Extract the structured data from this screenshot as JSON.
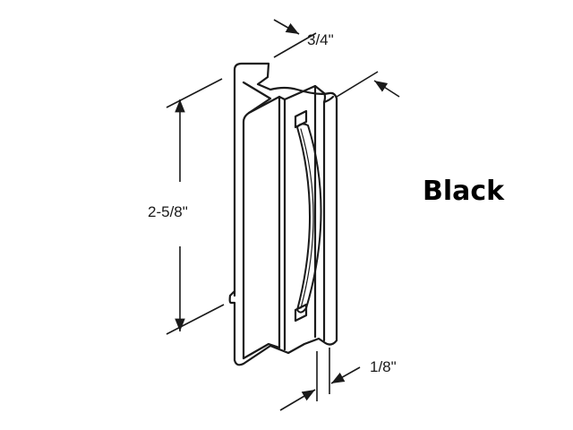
{
  "diagram": {
    "subject": "sliding door pull handle",
    "dimensions": {
      "width": "3/4\"",
      "height": "2-5/8\"",
      "thickness": "1/8\""
    },
    "color_label": "Black",
    "colors": {
      "line": "#1a1a1a",
      "background": "#ffffff"
    }
  }
}
